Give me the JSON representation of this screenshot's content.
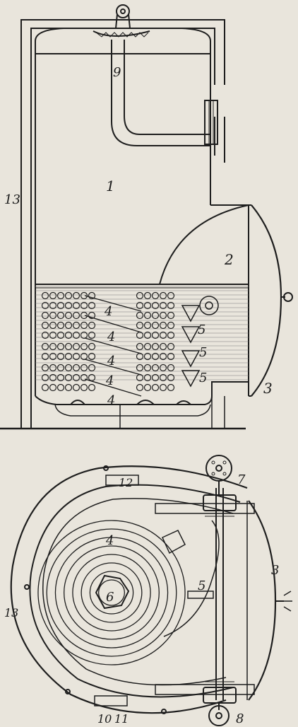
{
  "diagram": {
    "side_view_labels": {
      "chamber": "1",
      "dome": "2",
      "front_cover": "3",
      "coil_row_1": "4",
      "coil_row_2": "4",
      "coil_row_3": "4",
      "coil_row_4": "4",
      "coil_row_5": "4",
      "manifold_1": "5",
      "manifold_2": "5",
      "manifold_3": "5",
      "outlet_pipe": "9",
      "frame": "13"
    },
    "top_view_labels": {
      "coil": "4",
      "header": "5",
      "center_core": "6",
      "flange_top": "7",
      "flange_bottom": "8",
      "bracket_left": "10",
      "bracket_right": "11",
      "top_lug": "12",
      "outer_ring": "13",
      "front_cover": "3"
    }
  }
}
